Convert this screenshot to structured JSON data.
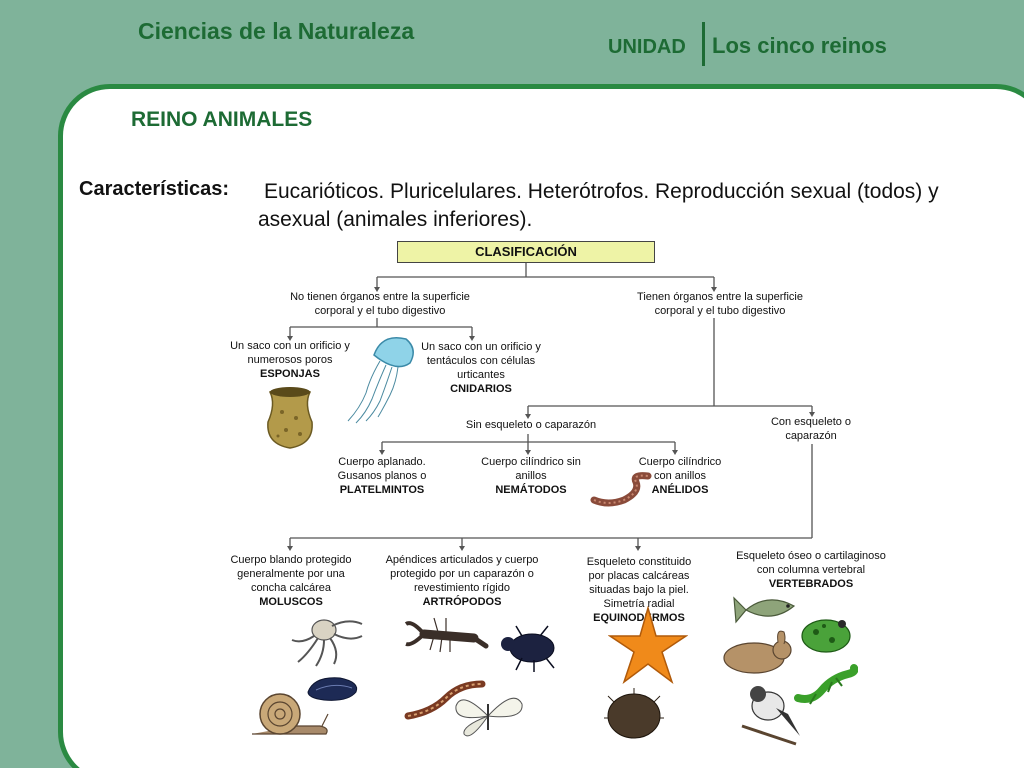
{
  "header": {
    "subject": "Ciencias de la Naturaleza",
    "unit_label": "UNIDAD",
    "topic": "Los cinco reinos"
  },
  "section": {
    "title": "REINO ANIMALES",
    "characteristics_label": "Características:",
    "characteristics_text": "Eucarióticos. Pluricelulares. Heterótrofos. Reproducción sexual (todos) y asexual (animales inferiores)."
  },
  "diagram": {
    "root": "CLASIFICACIÓN",
    "no_organs": "No tienen órganos entre la superficie corporal y el tubo digestivo",
    "with_organs": "Tienen órganos entre la superficie corporal y el tubo digestivo",
    "sponges_desc": "Un saco con un orificio y numerosos poros",
    "sponges_name": "ESPONJAS",
    "cnidarians_desc": "Un saco con un orificio y tentáculos con células urticantes",
    "cnidarians_name": "CNIDARIOS",
    "no_skeleton": "Sin esqueleto o caparazón",
    "with_skeleton": "Con esqueleto o caparazón",
    "flatworms_desc": "Cuerpo aplanado. Gusanos planos o",
    "flatworms_name": "PLATELMINTOS",
    "nematodes_desc": "Cuerpo cilíndrico sin anillos",
    "nematodes_name": "NEMÁTODOS",
    "annelids_desc": "Cuerpo cilíndrico con anillos",
    "annelids_name": "ANÉLIDOS",
    "mollusks_desc": "Cuerpo blando protegido generalmente por una concha calcárea",
    "mollusks_name": "MOLUSCOS",
    "arthropods_desc": "Apéndices articulados y cuerpo protegido por un caparazón o revestimiento rígido",
    "arthropods_name": "ARTRÓPODOS",
    "echinoderms_desc": "Esqueleto constituido por placas calcáreas situadas bajo la piel. Simetría radial",
    "echinoderms_name": "EQUINODERMOS",
    "vertebrates_desc": "Esqueleto óseo o cartilaginoso con columna vertebral",
    "vertebrates_name": "VERTEBRADOS"
  },
  "colors": {
    "background": "#7fb39a",
    "title_green": "#1d6b34",
    "panel_border": "#2a8a42",
    "class_box": "#eef3a6"
  }
}
